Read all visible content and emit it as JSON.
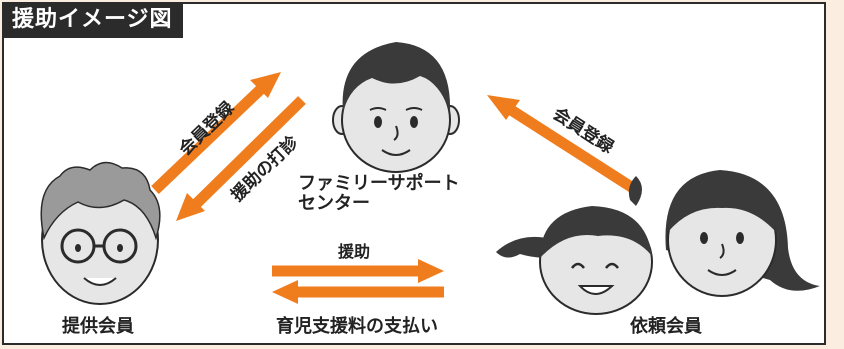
{
  "title": "援助イメージ図",
  "nodes": {
    "center": {
      "line1": "ファミリーサポート",
      "line2": "センター"
    },
    "provider": {
      "label": "提供会員"
    },
    "requester": {
      "label": "依頼会員"
    }
  },
  "arrows": {
    "provider_register": "会員登録",
    "support_inquiry": "援助の打診",
    "requester_register": "会員登録",
    "support": "援助",
    "payment": "育児支援料の支払い"
  },
  "colors": {
    "arrow": "#f07d1d",
    "frame": "#2b2b2b",
    "background": "#fbeee0",
    "face": "#e6e6e6",
    "hair": "#3a3a3a"
  }
}
